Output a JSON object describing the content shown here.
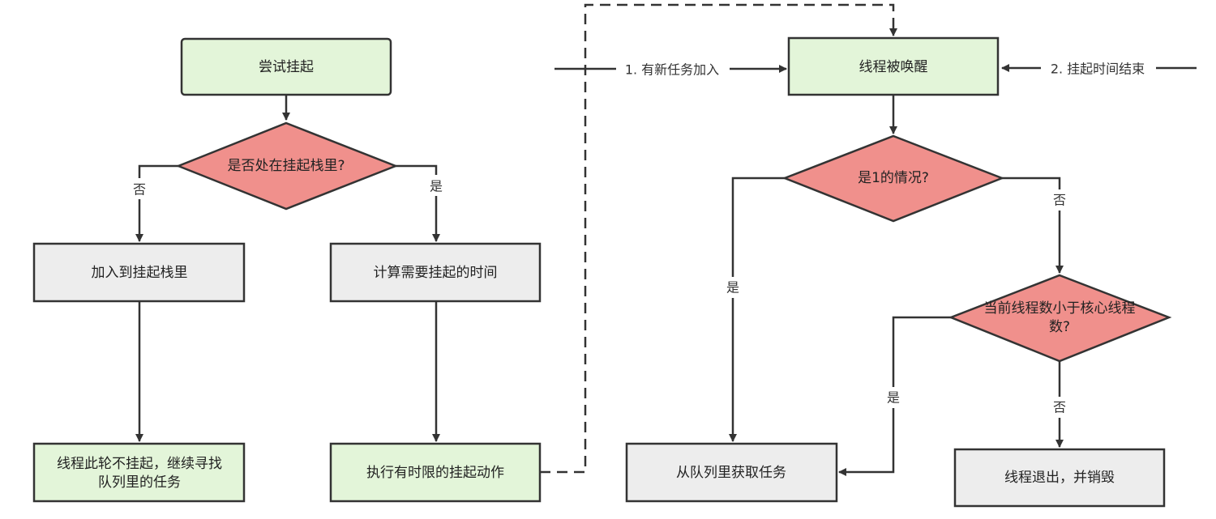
{
  "colors": {
    "green_fill": "#E3F5D9",
    "grey_fill": "#EDEDED",
    "red_fill": "#F0908C",
    "stroke": "#333333"
  },
  "nodes": {
    "try_suspend": "尝试挂起",
    "in_stack_q": "是否处在挂起栈里?",
    "add_stack": "加入到挂起栈里",
    "calc_time": "计算需要挂起的时间",
    "no_suspend_line1": "线程此轮不挂起，继续寻找",
    "no_suspend_line2": "队列里的任务",
    "timed_suspend": "执行有时限的挂起动作",
    "woken": "线程被唤醒",
    "case1_q": "是1的情况?",
    "core_q_line1": "当前线程数小于核心线程",
    "core_q_line2": "数?",
    "get_task": "从队列里获取任务",
    "exit_thread": "线程退出，并销毁"
  },
  "labels": {
    "no_1": "否",
    "yes_1": "是",
    "yes_2": "是",
    "no_2": "否",
    "yes_3": "是",
    "no_3": "否",
    "new_task": "1. 有新任务加入",
    "timeout": "2. 挂起时间结束"
  }
}
